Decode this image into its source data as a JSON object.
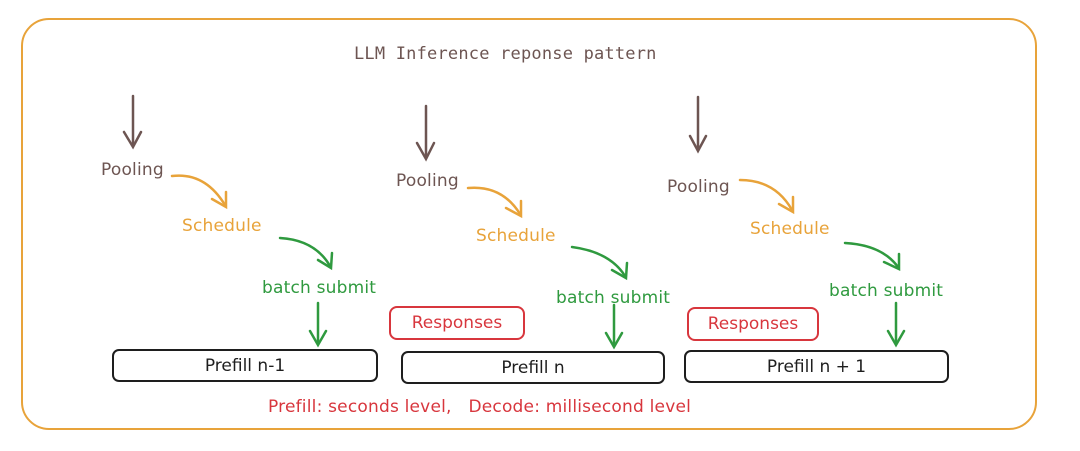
{
  "title": "LLM Inference reponse pattern",
  "colors": {
    "frame": "#e8a33a",
    "pooling": "#6d5552",
    "schedule": "#e8a33a",
    "batch_submit": "#2f9a3f",
    "responses": "#d8363d",
    "prefill_box": "#1e1e1e",
    "footer": "#d8363d"
  },
  "columns": [
    {
      "pooling": "Pooling",
      "schedule": "Schedule",
      "batch_submit": "batch submit",
      "prefill": "Prefill n-1"
    },
    {
      "pooling": "Pooling",
      "schedule": "Schedule",
      "batch_submit": "batch submit",
      "prefill": "Prefill n",
      "responses": "Responses"
    },
    {
      "pooling": "Pooling",
      "schedule": "Schedule",
      "batch_submit": "batch submit",
      "prefill": "Prefill n + 1",
      "responses": "Responses"
    }
  ],
  "footer": "Prefill: seconds level,   Decode: millisecond level"
}
